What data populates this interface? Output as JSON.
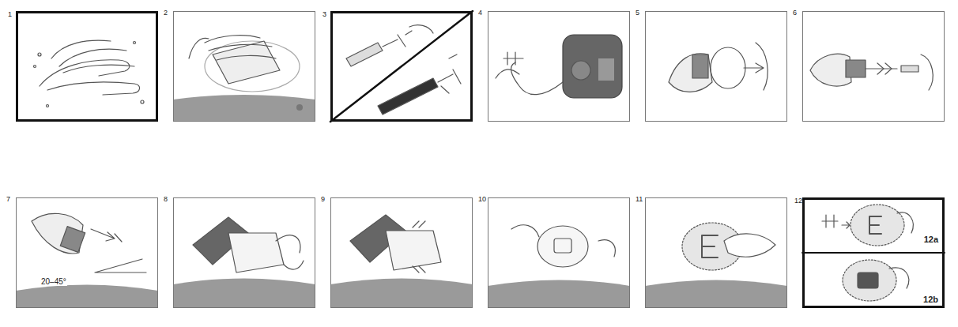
{
  "diagram": {
    "nodes": [
      {
        "text": [
          "1"
        ]
      },
      {
        "text": [
          "2"
        ]
      },
      {
        "text": [
          "3"
        ]
      },
      {
        "text": [
          "4"
        ]
      },
      {
        "text": [
          "5"
        ]
      },
      {
        "text": [
          "6"
        ]
      },
      {
        "text": [
          "7",
          "20–45°"
        ]
      },
      {
        "text": [
          "8"
        ]
      },
      {
        "text": [
          "9"
        ]
      },
      {
        "text": [
          "10"
        ]
      },
      {
        "text": [
          "11"
        ]
      },
      {
        "text": [
          "12",
          "12a",
          "12b"
        ]
      }
    ]
  }
}
